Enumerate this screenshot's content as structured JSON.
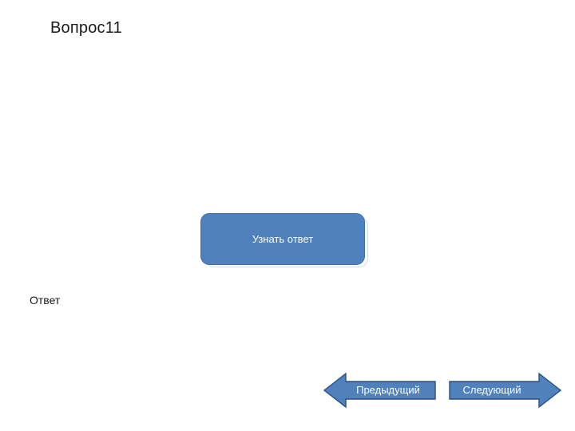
{
  "slide": {
    "title": "Вопрос11",
    "answer_label": "Ответ",
    "background_color": "#ffffff"
  },
  "reveal_button": {
    "label": "Узнать ответ",
    "fill_color": "#4f81bd",
    "border_color": "#4072aa",
    "text_color": "#ffffff"
  },
  "navigation": {
    "previous": {
      "label": "Предыдущий",
      "direction": "left",
      "fill_color": "#4f81bd",
      "border_color": "#2d4f7c",
      "text_color": "#ffffff"
    },
    "next": {
      "label": "Следующий",
      "direction": "right",
      "fill_color": "#4f81bd",
      "border_color": "#2d4f7c",
      "text_color": "#ffffff"
    }
  }
}
